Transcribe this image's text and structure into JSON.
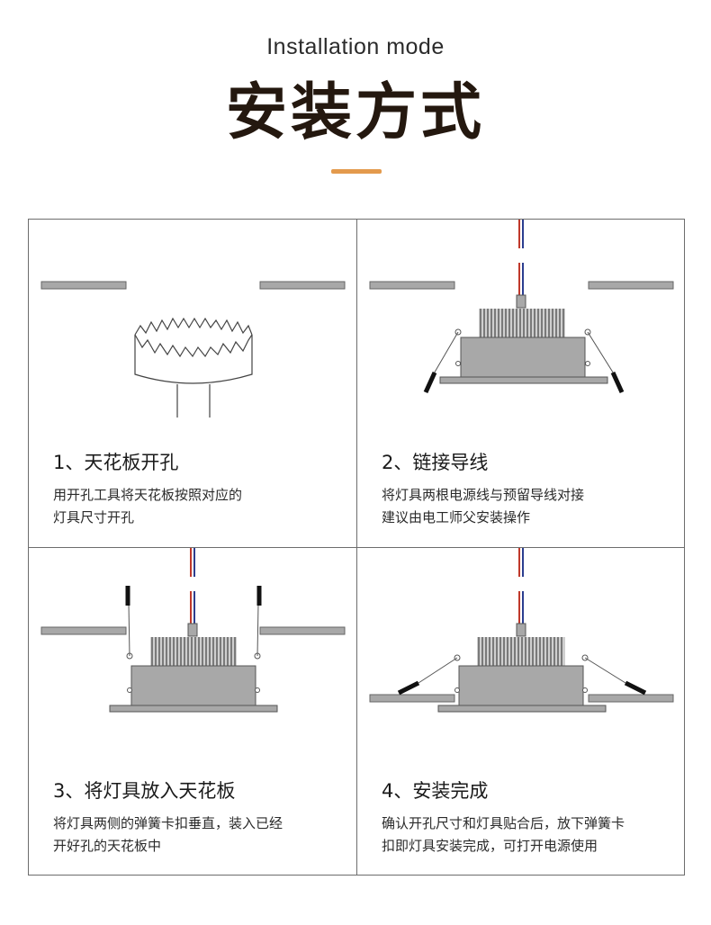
{
  "header": {
    "subtitle": "Installation mode",
    "title": "安装方式"
  },
  "colors": {
    "accent": "#e39a4d",
    "panel": "#a8a8a8",
    "wire_red": "#c0392b",
    "wire_blue": "#2c3e8f"
  },
  "steps": [
    {
      "title": "1、天花板开孔",
      "desc_lines": [
        "用开孔工具将天花板按照对应的",
        "灯具尺寸开孔"
      ]
    },
    {
      "title": "2、链接导线",
      "desc_lines": [
        "将灯具两根电源线与预留导线对接",
        "建议由电工师父安装操作"
      ]
    },
    {
      "title": "3、将灯具放入天花板",
      "desc_lines": [
        "将灯具两侧的弹簧卡扣垂直，装入已经",
        "开好孔的天花板中"
      ]
    },
    {
      "title": "4、安装完成",
      "desc_lines": [
        "确认开孔尺寸和灯具贴合后，放下弹簧卡",
        "扣即灯具安装完成，可打开电源使用"
      ]
    }
  ]
}
